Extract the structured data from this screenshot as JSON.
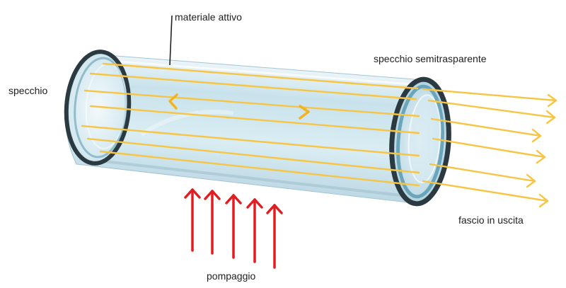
{
  "labels": {
    "active_material": "materiale attivo",
    "mirror": "specchio",
    "semi_mirror": "specchio semitrasparente",
    "output_beam": "fascio in uscita",
    "pumping": "pompaggio"
  },
  "colors": {
    "beam": "#f7c544",
    "beam_dark": "#f2b320",
    "pump": "#e11d22",
    "glass": "#cfe6ef",
    "glass_edge": "#2b3a40",
    "glass_ring": "#6fa9bf",
    "label_text": "#1e1e1e",
    "leader_line": "#222222"
  },
  "icons": {
    "output_arrow": "arrow-right-icon",
    "pump_arrow": "arrow-up-icon",
    "direction_arrows": "chevron-left-right-icon"
  }
}
